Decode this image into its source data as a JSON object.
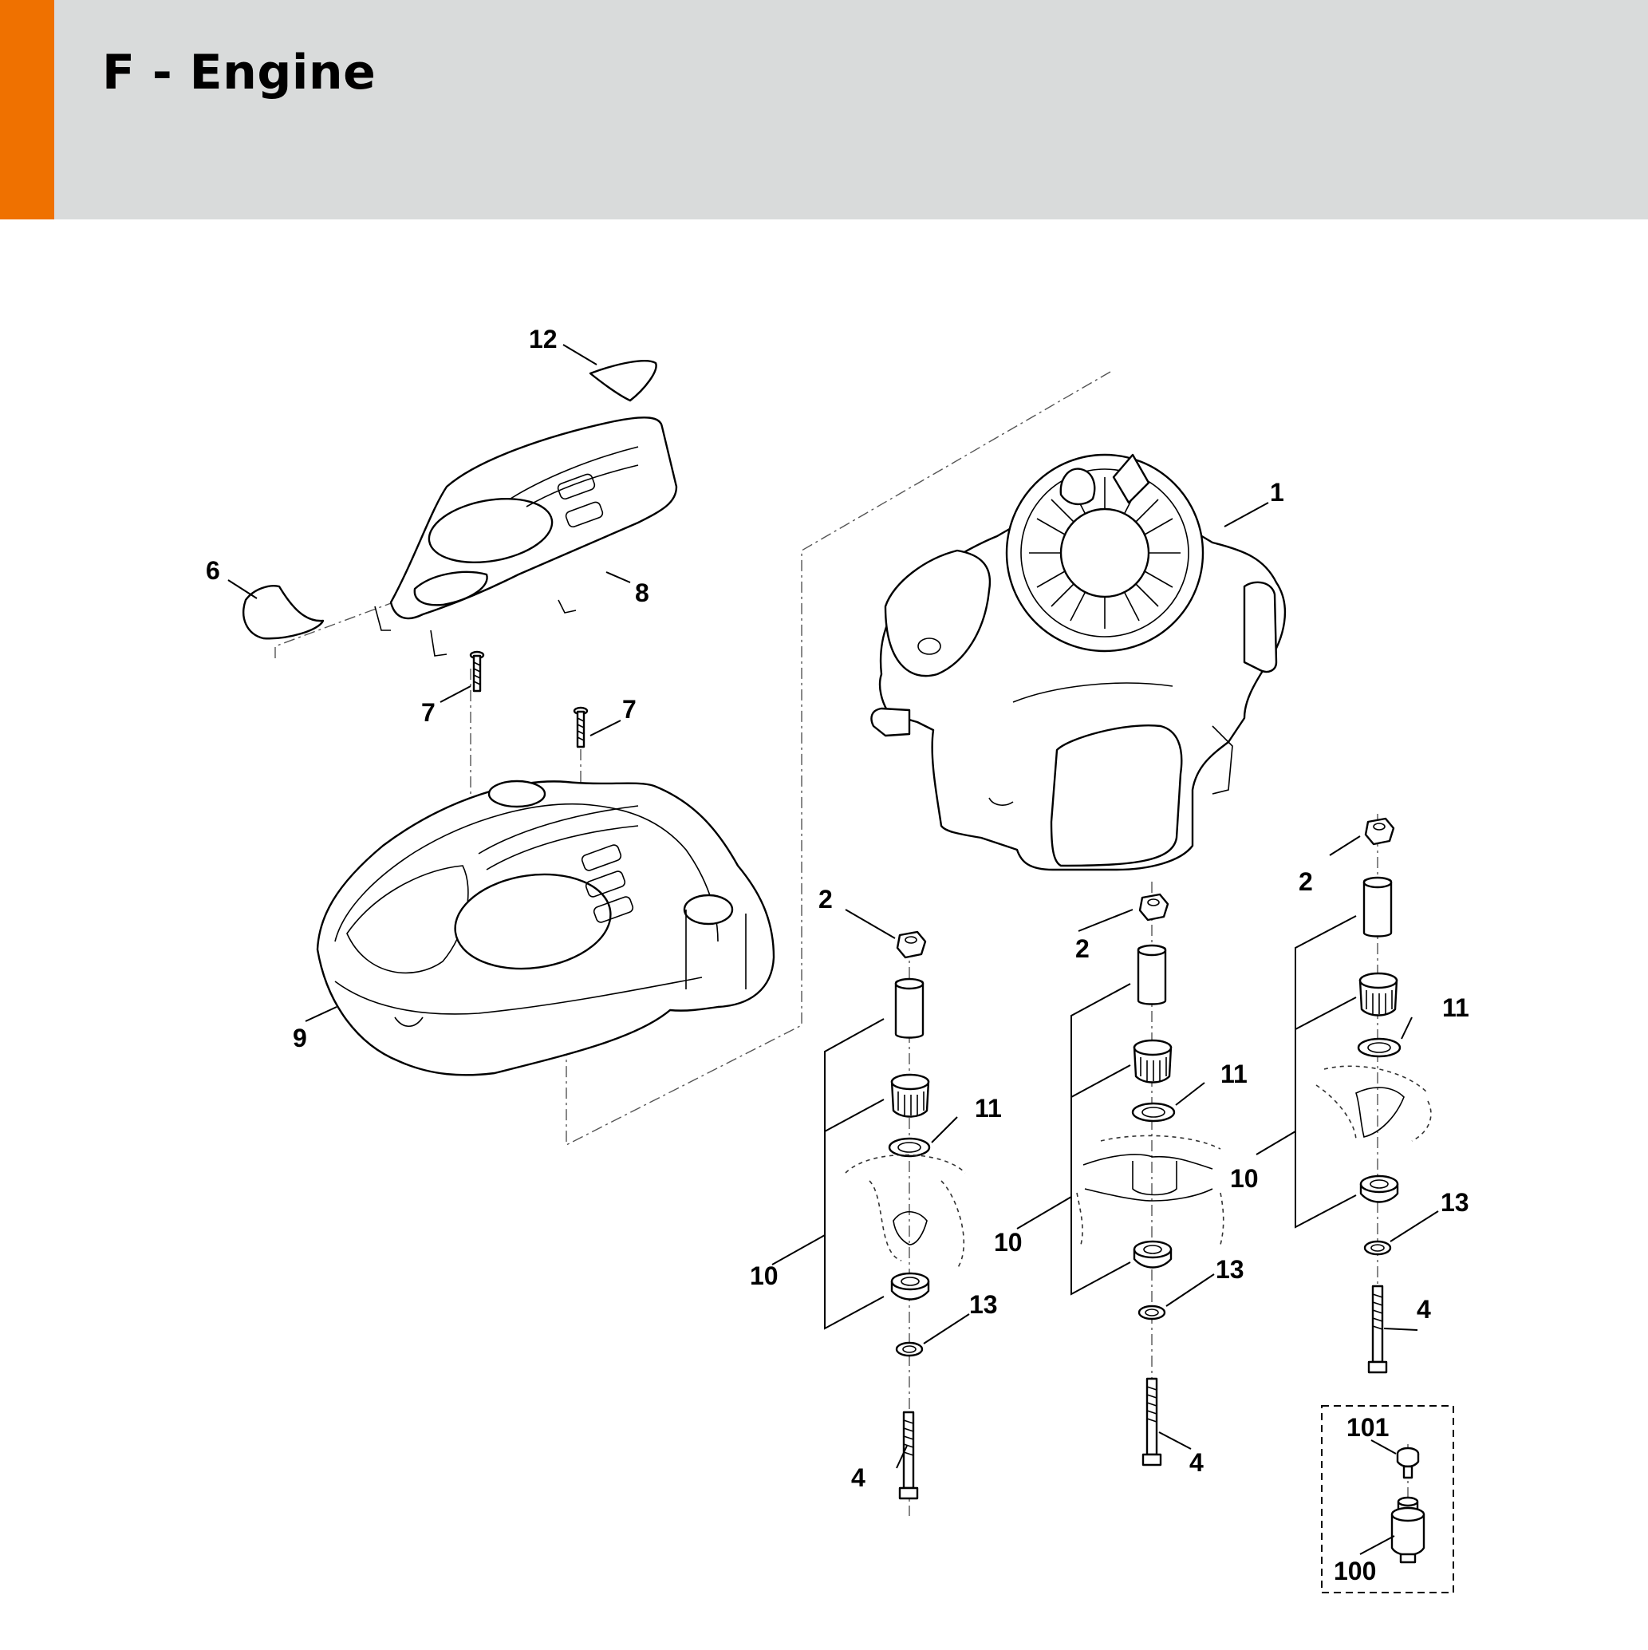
{
  "header": {
    "title": "F - Engine",
    "accent_color": "#ef7100",
    "background_color": "#d9dbdb"
  },
  "callouts": {
    "engine": "1",
    "nut_a": "2",
    "nut_b": "2",
    "nut_c": "2",
    "bolt_a": "4",
    "bolt_b": "4",
    "bolt_c": "4",
    "decal_left": "6",
    "screw_a": "7",
    "screw_b": "7",
    "cover_top": "8",
    "cover_bottom": "9",
    "bracket_a": "10",
    "bracket_b": "10",
    "bracket_c": "10",
    "washer_a": "11",
    "washer_b": "11",
    "washer_c": "11",
    "decal_top": "12",
    "small_washer_a": "13",
    "small_washer_b": "13",
    "small_washer_c": "13",
    "option_part_100": "100",
    "option_part_101": "101"
  }
}
